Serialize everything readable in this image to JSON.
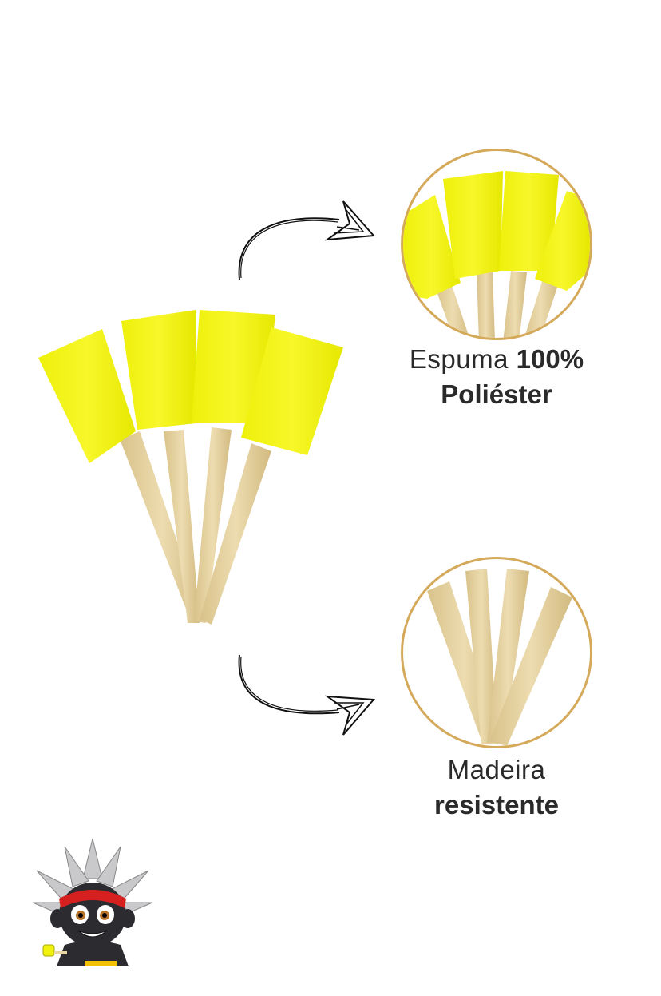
{
  "foam_caption": {
    "light": "Espuma ",
    "bold_inline": "100%",
    "bold_line": "Poliéster"
  },
  "wood_caption": {
    "light": "Madeira",
    "bold_line": "resistente"
  },
  "colors": {
    "foam_yellow": "#f2f20f",
    "foam_shade": "#d9dc00",
    "wood": "#e9d6a6",
    "wood_shade": "#d4bd85",
    "ring_gold": "#d5a95a",
    "text_dark": "#2a2a2a"
  },
  "icons": {
    "arrow_top": "curved-arrow-icon",
    "arrow_bottom": "curved-arrow-icon",
    "mascot": "mascot-icon"
  }
}
